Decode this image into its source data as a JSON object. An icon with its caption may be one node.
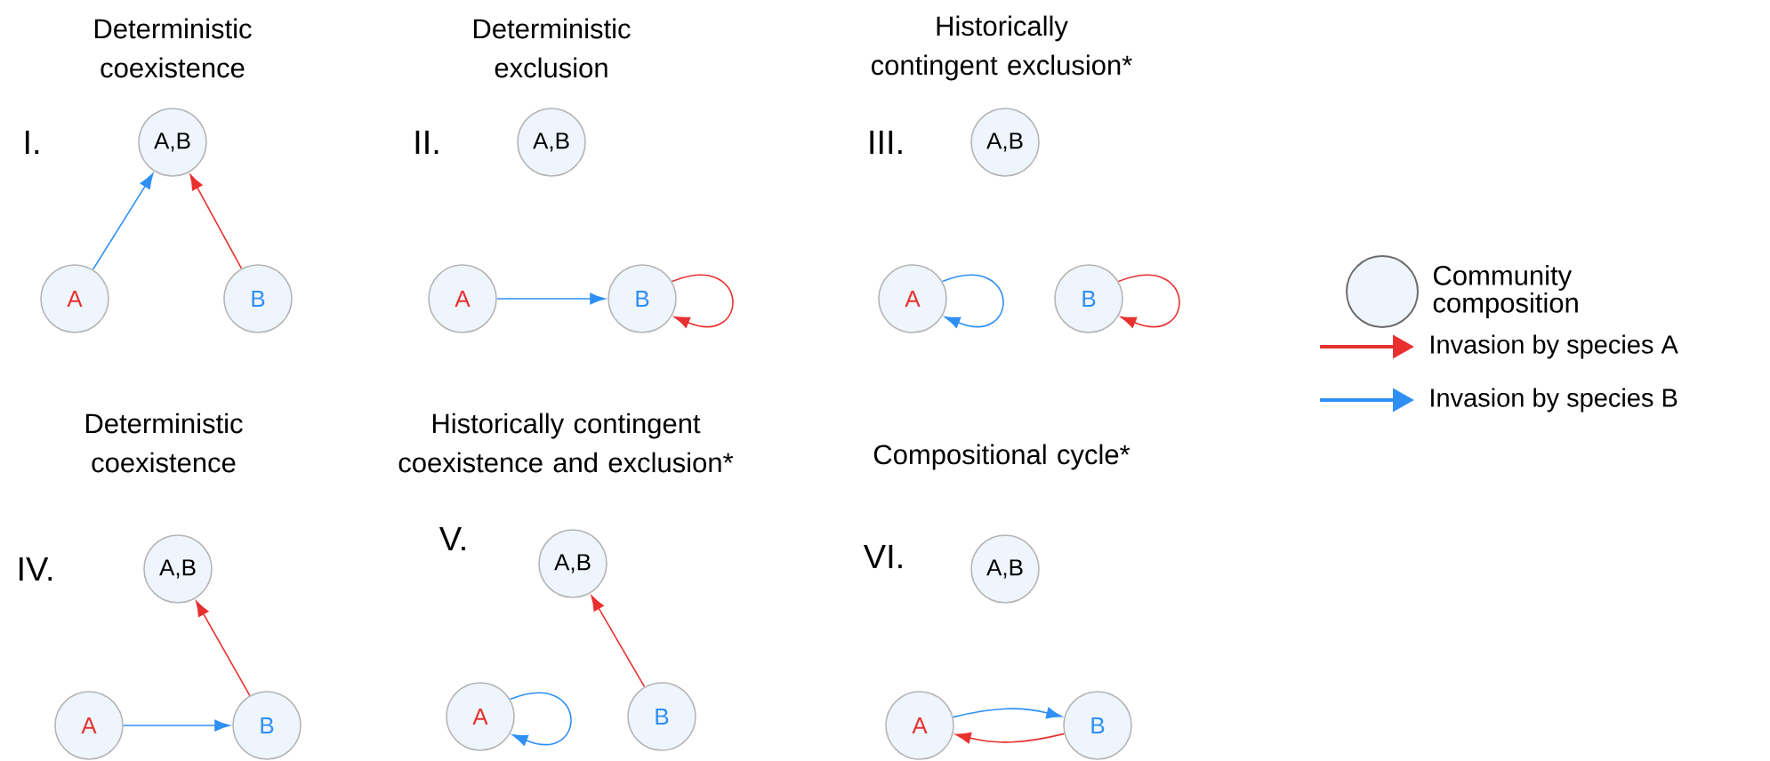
{
  "diagram": {
    "nodes": [
      {
        "text": [
          "A,B"
        ]
      },
      {
        "text": [
          "A"
        ]
      },
      {
        "text": [
          "B"
        ]
      },
      {
        "text": [
          "A,B"
        ]
      },
      {
        "text": [
          "A"
        ]
      },
      {
        "text": [
          "B"
        ]
      },
      {
        "text": [
          "A,B"
        ]
      },
      {
        "text": [
          "A"
        ]
      },
      {
        "text": [
          "B"
        ]
      },
      {
        "text": [
          "A,B"
        ]
      },
      {
        "text": [
          "A"
        ]
      },
      {
        "text": [
          "B"
        ]
      },
      {
        "text": [
          "A,B"
        ]
      },
      {
        "text": [
          "A"
        ]
      },
      {
        "text": [
          "B"
        ]
      },
      {
        "text": [
          "A,B"
        ]
      },
      {
        "text": [
          "A"
        ]
      },
      {
        "text": [
          "B"
        ]
      }
    ],
    "edges": [
      {
        "from": 1,
        "to": 0,
        "arrow": "to",
        "color": "#2e8ff5"
      },
      {
        "from": 2,
        "to": 0,
        "arrow": "to",
        "color": "#e8302f"
      },
      {
        "from": 4,
        "to": 5,
        "arrow": "to",
        "color": "#2e8ff5"
      },
      {
        "from": 5,
        "to": 5,
        "arrow": "to",
        "color": "#e8302f"
      },
      {
        "from": 7,
        "to": 7,
        "arrow": "to",
        "color": "#2e8ff5"
      },
      {
        "from": 8,
        "to": 8,
        "arrow": "to",
        "color": "#e8302f"
      },
      {
        "from": 10,
        "to": 11,
        "arrow": "to",
        "color": "#2e8ff5"
      },
      {
        "from": 11,
        "to": 9,
        "arrow": "to",
        "color": "#e8302f"
      },
      {
        "from": 13,
        "to": 13,
        "arrow": "to",
        "color": "#2e8ff5"
      },
      {
        "from": 14,
        "to": 12,
        "arrow": "to",
        "color": "#e8302f"
      },
      {
        "from": 16,
        "to": 17,
        "arrow": "to",
        "color": "#2e8ff5"
      },
      {
        "from": 17,
        "to": 16,
        "arrow": "to",
        "color": "#e8302f"
      }
    ],
    "labels": [
      "Deterministic coexistence",
      "I.",
      "Deterministic exclusion",
      "II.",
      "Historically contingent exclusion*",
      "III.",
      "Deterministic coexistence",
      "IV.",
      "Historically contingent coexistence and exclusion*",
      "V.",
      "Compositional cycle*",
      "VI."
    ],
    "legend": [
      {
        "text": "Community composition"
      },
      {
        "text": "Invasion by species A"
      },
      {
        "text": "Invasion by species B"
      }
    ]
  }
}
